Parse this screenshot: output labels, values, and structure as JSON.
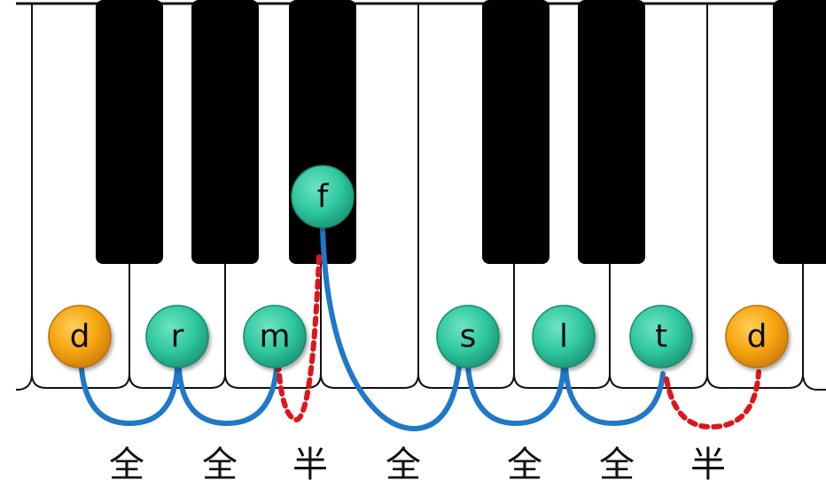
{
  "colors": {
    "accent_tonic": "#f6a50f",
    "accent_note": "#2fc9a0",
    "whole_step_arc": "#1f78c8",
    "half_step_arc": "#e0141b"
  },
  "notes": [
    {
      "label": "d",
      "kind": "tonic"
    },
    {
      "label": "r",
      "kind": "note"
    },
    {
      "label": "m",
      "kind": "note"
    },
    {
      "label": "f",
      "kind": "note"
    },
    {
      "label": "s",
      "kind": "note"
    },
    {
      "label": "l",
      "kind": "note"
    },
    {
      "label": "t",
      "kind": "note"
    },
    {
      "label": "d",
      "kind": "tonic"
    }
  ],
  "steps": [
    {
      "label": "全",
      "type": "whole"
    },
    {
      "label": "全",
      "type": "whole"
    },
    {
      "label": "半",
      "type": "half"
    },
    {
      "label": "全",
      "type": "whole"
    },
    {
      "label": "全",
      "type": "whole"
    },
    {
      "label": "全",
      "type": "whole"
    },
    {
      "label": "半",
      "type": "half"
    }
  ]
}
